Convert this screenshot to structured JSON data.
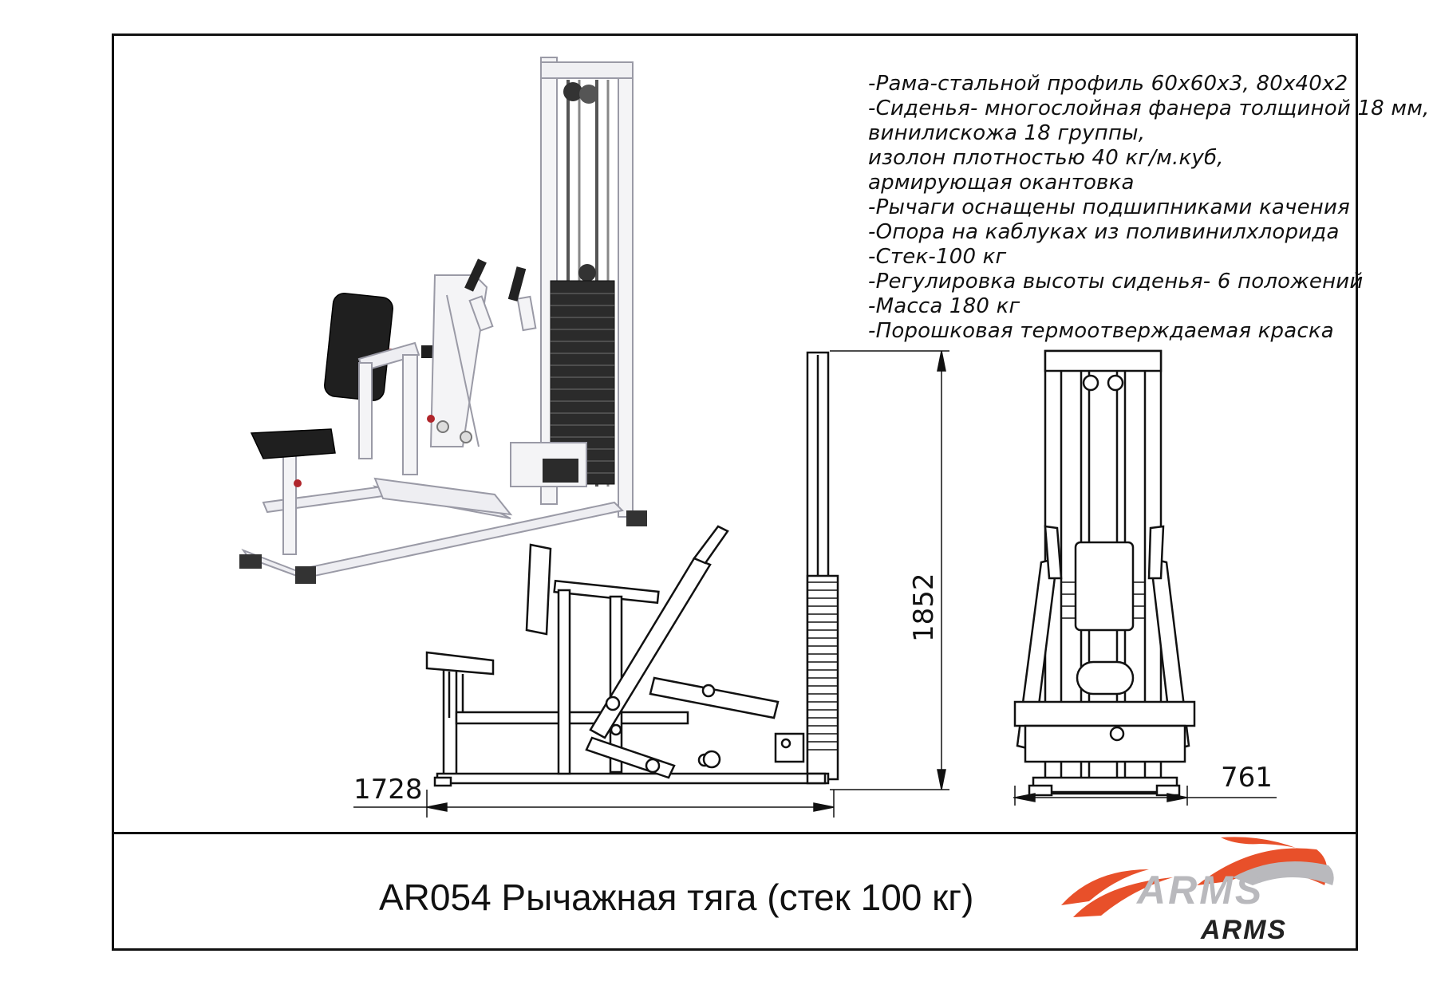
{
  "specs": [
    "-Рама-стальной профиль 60х60х3, 80х40х2",
    "-Сиденья- многослойная фанера толщиной 18 мм,",
    "винилискожа 18 группы,",
    "изолон плотностью 40 кг/м.куб,",
    "армирующая окантовка",
    "-Рычаги оснащены подшипниками качения",
    "-Опора на каблуках из поливинилхлорида",
    "-Стек-100 кг",
    "-Регулировка высоты сиденья- 6 положений",
    "-Масса 180 кг",
    "-Порошковая термоотверждаемая краска"
  ],
  "dimensions": {
    "length": "1728",
    "height": "1852",
    "width": "761"
  },
  "title": "AR054 Рычажная тяга (стек 100 кг)",
  "logo": {
    "text": "ARMS",
    "accent_color": "#e8502a"
  }
}
